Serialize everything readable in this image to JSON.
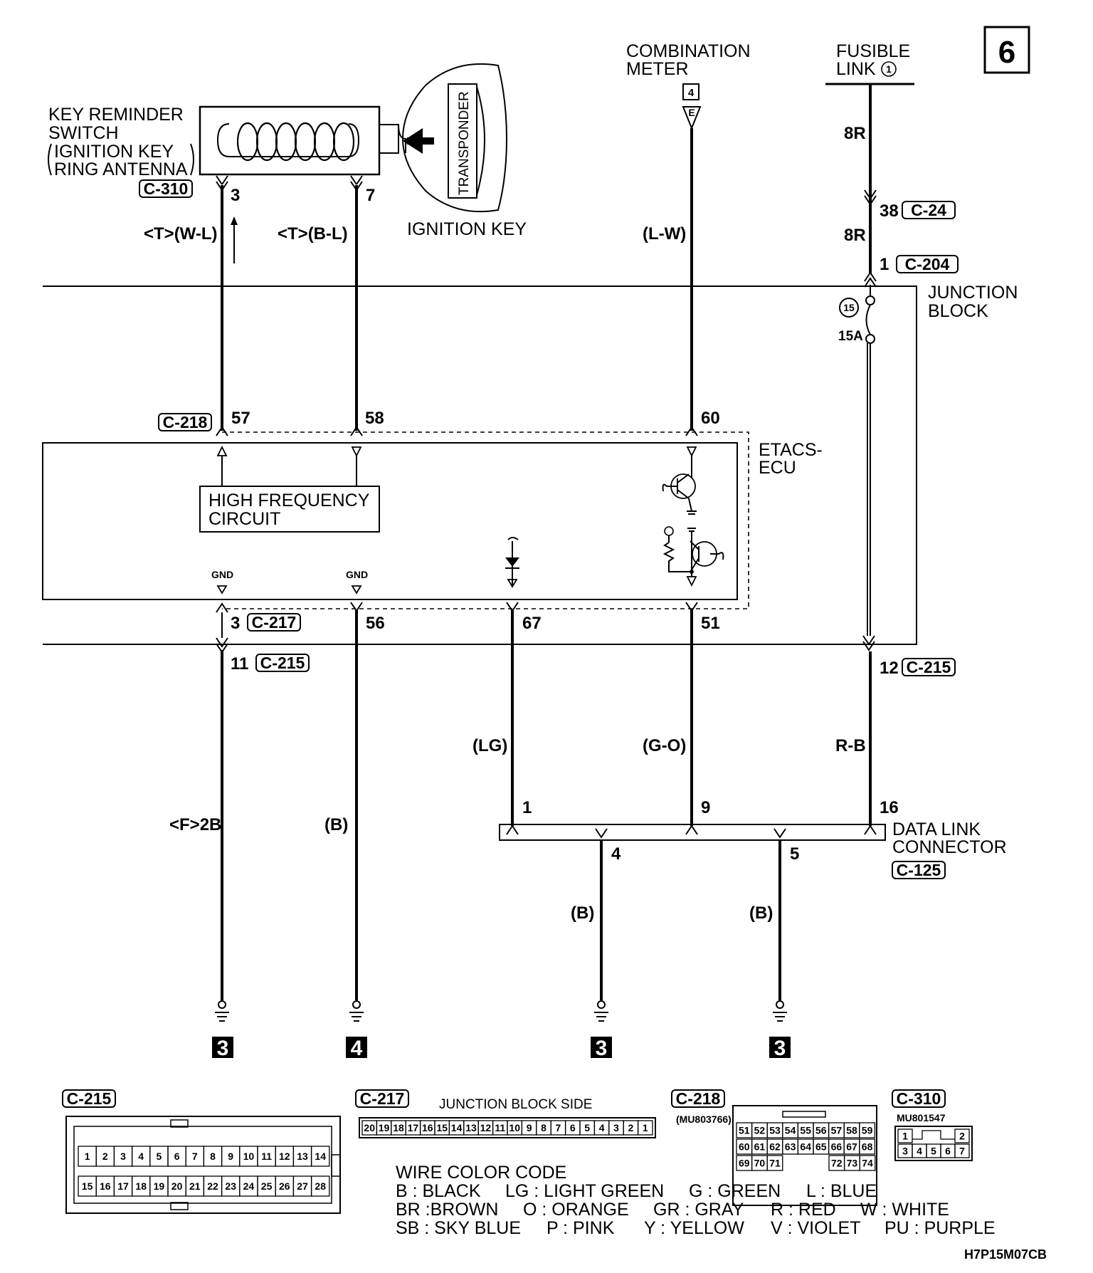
{
  "page_number": "6",
  "components": {
    "key_reminder": [
      "KEY REMINDER",
      "SWITCH",
      "IGNITION KEY",
      "RING ANTENNA"
    ],
    "transponder": "TRANSPONDER",
    "ignition_key": "IGNITION KEY",
    "combination_meter": [
      "COMBINATION",
      "METER"
    ],
    "fusible_link": [
      "FUSIBLE",
      "LINK"
    ],
    "fusible_link_num": "1",
    "junction_block": [
      "JUNCTION",
      "BLOCK"
    ],
    "etacs": [
      "ETACS-",
      "ECU"
    ],
    "hf_circuit": [
      "HIGH FREQUENCY",
      "CIRCUIT"
    ],
    "data_link": [
      "DATA LINK",
      "CONNECTOR"
    ]
  },
  "connectors": {
    "c310": "C-310",
    "c24": "C-24",
    "c204": "C-204",
    "c218": "C-218",
    "c217": "C-217",
    "c215": "C-215",
    "c125": "C-125"
  },
  "connector_ref_E": "E",
  "connector_ref_4": "4",
  "pins": {
    "p3": "3",
    "p7": "7",
    "p38": "38",
    "p1": "1",
    "p57": "57",
    "p58": "58",
    "p60": "60",
    "p3b": "3",
    "p56": "56",
    "p67": "67",
    "p51": "51",
    "p11": "11",
    "p12": "12",
    "d1": "1",
    "d9": "9",
    "d16": "16",
    "d4": "4",
    "d5": "5"
  },
  "wires": {
    "w1": "<T>(W-L)",
    "w2": "<T>(B-L)",
    "w3": "(L-W)",
    "w4a": "8R",
    "w4b": "8R",
    "w5": "<F>2B",
    "w6": "(B)",
    "w7": "(LG)",
    "w8": "(G-O)",
    "w9": "R-B",
    "w10": "(B)",
    "w11": "(B)"
  },
  "fuse": {
    "num": "15",
    "rating": "15A"
  },
  "gnd": "GND",
  "grounds": [
    "3",
    "4",
    "3",
    "3"
  ],
  "connector_views": {
    "c215": {
      "label": "C-215",
      "row1": [
        "1",
        "2",
        "3",
        "4",
        "5",
        "6",
        "7",
        "8",
        "9",
        "10",
        "11",
        "12",
        "13",
        "14"
      ],
      "row2": [
        "15",
        "16",
        "17",
        "18",
        "19",
        "20",
        "21",
        "22",
        "23",
        "24",
        "25",
        "26",
        "27",
        "28"
      ]
    },
    "c217": {
      "label": "C-217",
      "side": "JUNCTION BLOCK SIDE",
      "pins": [
        "20",
        "19",
        "18",
        "17",
        "16",
        "15",
        "14",
        "13",
        "12",
        "11",
        "10",
        "9",
        "8",
        "7",
        "6",
        "5",
        "4",
        "3",
        "2",
        "1"
      ]
    },
    "c218": {
      "label": "C-218",
      "part": "(MU803766)",
      "row1": [
        "51",
        "52",
        "53",
        "54",
        "55",
        "56",
        "57",
        "58",
        "59"
      ],
      "row2": [
        "60",
        "61",
        "62",
        "63",
        "64",
        "65",
        "66",
        "67",
        "68"
      ],
      "row3a": [
        "69",
        "70",
        "71"
      ],
      "row3b": [
        "72",
        "73",
        "74"
      ]
    },
    "c310": {
      "label": "C-310",
      "part": "MU801547",
      "row1": [
        "1",
        "2"
      ],
      "row2": [
        "3",
        "4",
        "5",
        "6",
        "7"
      ]
    }
  },
  "color_code": {
    "title": "WIRE COLOR CODE",
    "rows": [
      [
        "B : BLACK",
        "LG : LIGHT GREEN",
        "G : GREEN",
        "L : BLUE"
      ],
      [
        "BR :BROWN",
        "O : ORANGE",
        "GR : GRAY",
        "R : RED",
        "W : WHITE"
      ],
      [
        "SB : SKY BLUE",
        "P : PINK",
        "Y : YELLOW",
        "V : VIOLET",
        "PU : PURPLE"
      ]
    ]
  },
  "code": "H7P15M07CB"
}
